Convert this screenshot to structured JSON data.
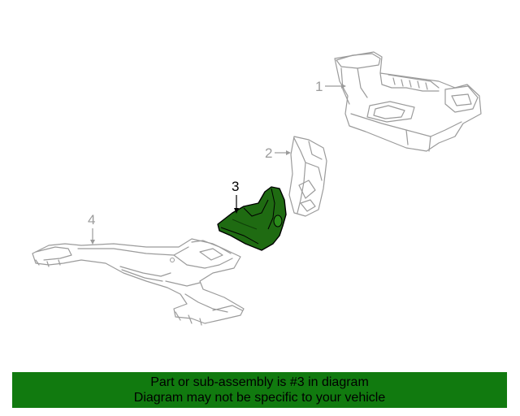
{
  "callouts": [
    {
      "id": "1",
      "label": "1"
    },
    {
      "id": "2",
      "label": "2"
    },
    {
      "id": "3",
      "label": "3"
    },
    {
      "id": "4",
      "label": "4"
    }
  ],
  "highlighted_part": "3",
  "colors": {
    "highlight_fill": "#1f6b12",
    "banner_bg": "#117a0f",
    "line_gray": "#9b9b9b"
  },
  "banner": {
    "line1": "Part or sub-assembly is #3 in diagram",
    "line2": "Diagram may not be specific to your vehicle"
  }
}
